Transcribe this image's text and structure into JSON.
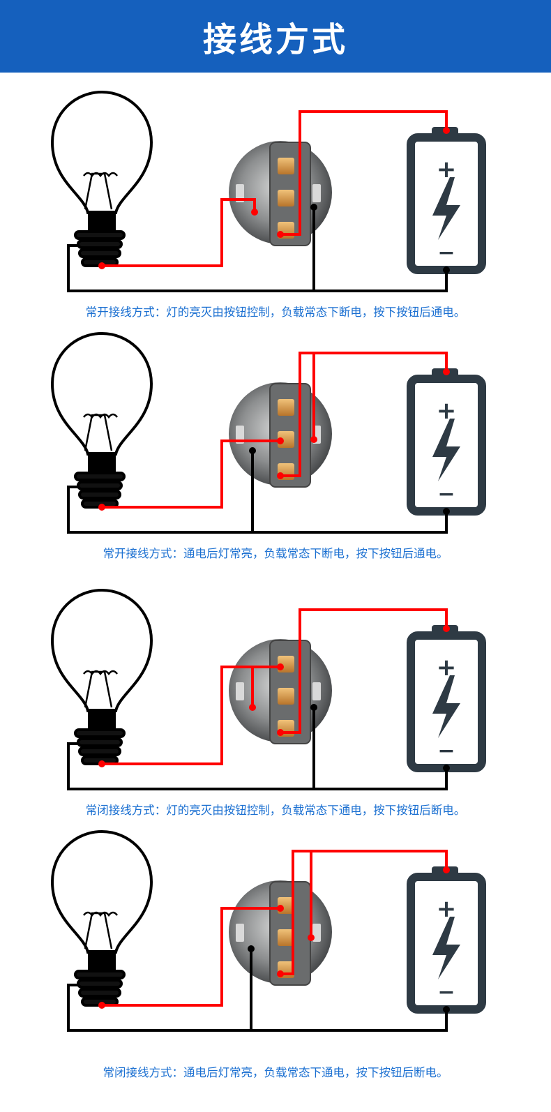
{
  "page": {
    "title": "接线方式"
  },
  "colors": {
    "header_bg": "#1560bd",
    "caption_text": "#1a6fd1",
    "wire_positive": "#ff0000",
    "wire_negative": "#000000",
    "battery": "#2e3a44"
  },
  "icons": {
    "bulb": "light-bulb-icon",
    "switch": "push-button-switch-icon",
    "battery": "battery-icon"
  },
  "battery_symbols": {
    "plus": "+",
    "minus": "−"
  },
  "diagrams": [
    {
      "caption": "常开接线方式：灯的亮灭由按钮控制，负载常态下断电，按下按钮后通电。"
    },
    {
      "caption": "常开接线方式：通电后灯常亮，负载常态下断电，按下按钮后通电。"
    },
    {
      "caption": "常闭接线方式：灯的亮灭由按钮控制，负载常态下通电，按下按钮后断电。"
    },
    {
      "caption": "常闭接线方式：通电后灯常亮，负载常态下通电，按下按钮后断电。"
    }
  ]
}
